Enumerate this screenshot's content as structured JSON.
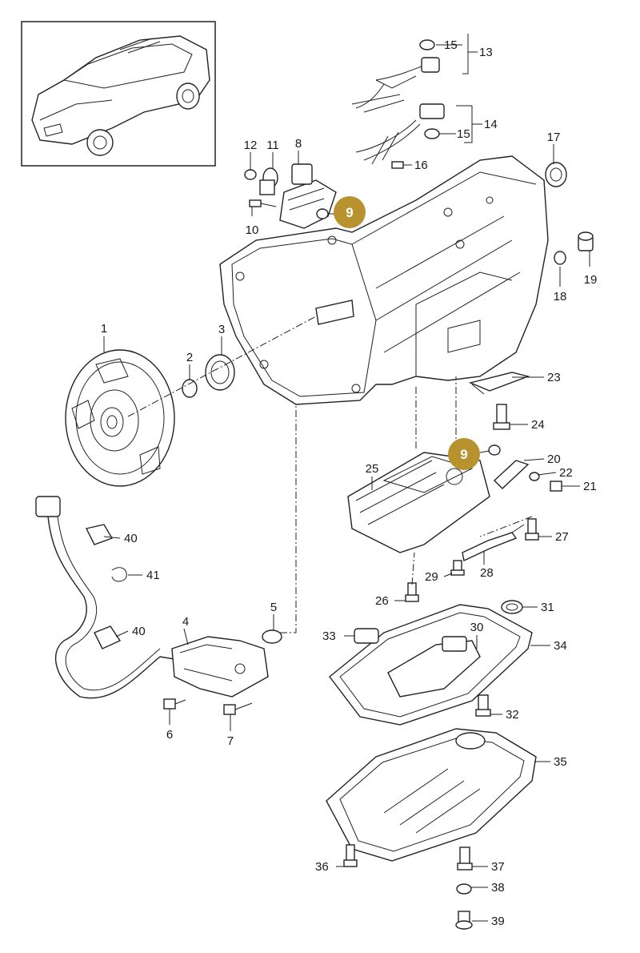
{
  "diagram": {
    "part_labels": {
      "p1": "1",
      "p2": "2",
      "p3": "3",
      "p4": "4",
      "p5": "5",
      "p6": "6",
      "p7": "7",
      "p8": "8",
      "p10": "10",
      "p11": "11",
      "p12": "12",
      "p13": "13",
      "p14": "14",
      "p15a": "15",
      "p15b": "15",
      "p16": "16",
      "p17": "17",
      "p18": "18",
      "p19": "19",
      "p20": "20",
      "p21": "21",
      "p22": "22",
      "p23": "23",
      "p24": "24",
      "p25": "25",
      "p26": "26",
      "p27": "27",
      "p28": "28",
      "p29": "29",
      "p30": "30",
      "p31": "31",
      "p32": "32",
      "p33": "33",
      "p34": "34",
      "p35": "35",
      "p36": "36",
      "p37": "37",
      "p38": "38",
      "p39": "39",
      "p40a": "40",
      "p40b": "40",
      "p41": "41"
    },
    "highlight_badges": {
      "top": "9",
      "middle": "9"
    },
    "colors": {
      "badge": "#b8922f",
      "line": "#222222",
      "background": "#ffffff"
    }
  }
}
